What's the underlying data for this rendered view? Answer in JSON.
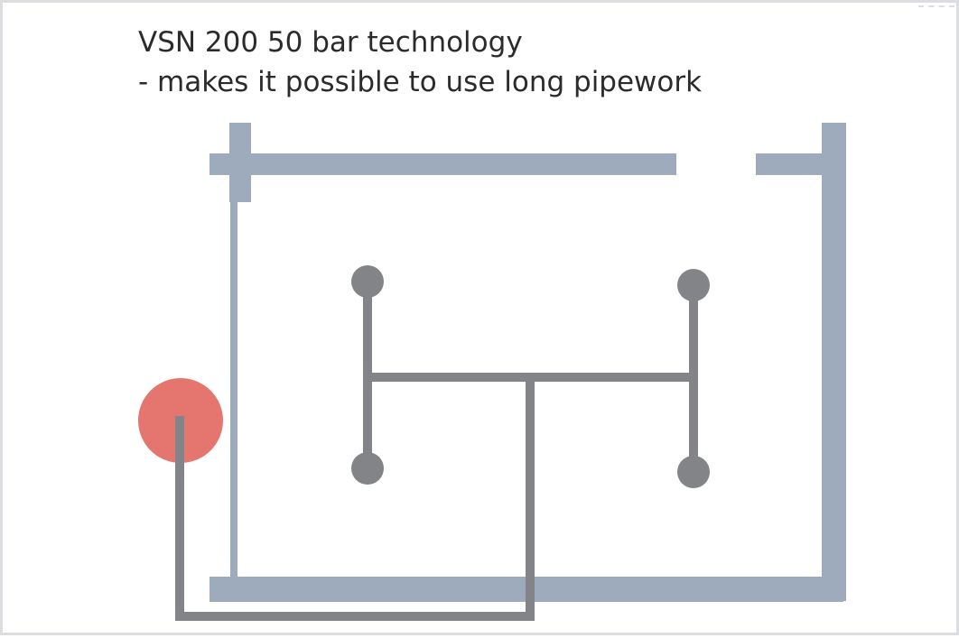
{
  "caption": {
    "line1": "VSN 200 50 bar technology",
    "line2": "- makes it possible to use long pipework"
  },
  "colors": {
    "wall": "#9eabbd",
    "pipe": "#838487",
    "unit": "#e5756f",
    "frame": "#dcdde0",
    "text": "#2b2b2b"
  },
  "icons": {
    "unit": "red-circle",
    "outlet": "grey-dot"
  }
}
